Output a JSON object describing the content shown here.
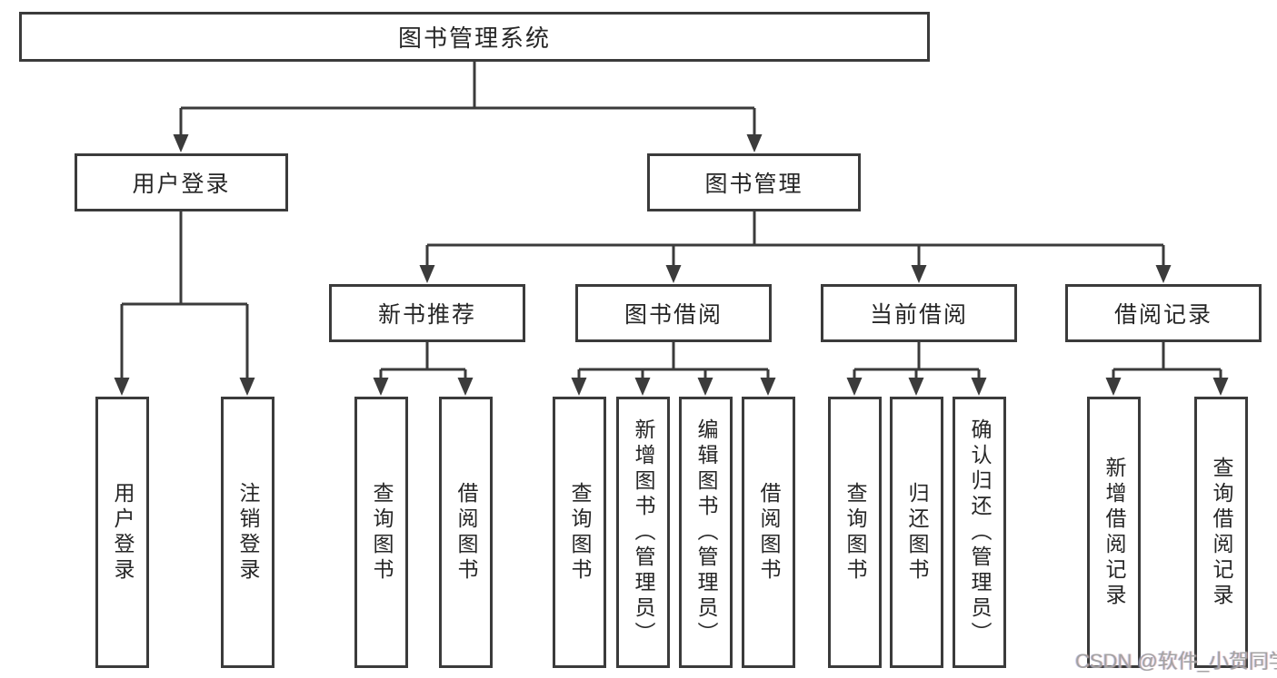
{
  "diagram": {
    "title": "图书管理系统",
    "watermark": "CSDN @软件_小贺同学",
    "colors": {
      "line": "#3b3b3b",
      "text": "#262626",
      "background": "#ffffff",
      "watermark": "#a2a2a2"
    },
    "nodes": {
      "root": {
        "label": "图书管理系统"
      },
      "user_login": {
        "label": "用户登录"
      },
      "book_mgmt": {
        "label": "图书管理"
      },
      "new_book_rec": {
        "label": "新书推荐"
      },
      "book_borrow": {
        "label": "图书借阅"
      },
      "current_borrow": {
        "label": "当前借阅"
      },
      "borrow_records": {
        "label": "借阅记录"
      },
      "leaf_user_login": {
        "label": "用户登录"
      },
      "leaf_logout": {
        "label": "注销登录"
      },
      "leaf_query_book_rec": {
        "label": "查询图书"
      },
      "leaf_borrow_book_rec": {
        "label": "借阅图书"
      },
      "leaf_query_book_borrow": {
        "label": "查询图书"
      },
      "leaf_add_book": {
        "label": "新增图书（管理员）"
      },
      "leaf_edit_book": {
        "label": "编辑图书（管理员）"
      },
      "leaf_borrow_book": {
        "label": "借阅图书"
      },
      "leaf_query_book_current": {
        "label": "查询图书"
      },
      "leaf_return_book": {
        "label": "归还图书"
      },
      "leaf_confirm_return": {
        "label": "确认归还（管理员）"
      },
      "leaf_add_record": {
        "label": "新增借阅记录"
      },
      "leaf_query_record": {
        "label": "查询借阅记录"
      }
    },
    "structure": {
      "图书管理系统": {
        "用户登录": [
          "用户登录",
          "注销登录"
        ],
        "图书管理": {
          "新书推荐": [
            "查询图书",
            "借阅图书"
          ],
          "图书借阅": [
            "查询图书",
            "新增图书（管理员）",
            "编辑图书（管理员）",
            "借阅图书"
          ],
          "当前借阅": [
            "查询图书",
            "归还图书",
            "确认归还（管理员）"
          ],
          "借阅记录": [
            "新增借阅记录",
            "查询借阅记录"
          ]
        }
      }
    }
  }
}
